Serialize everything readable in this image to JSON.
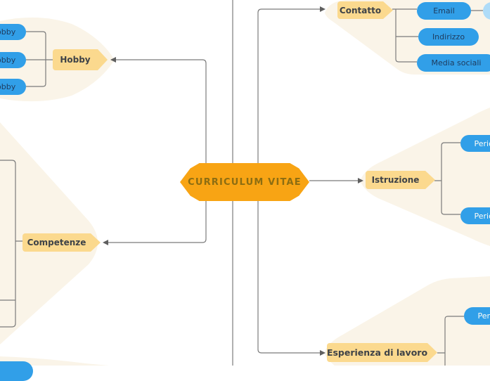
{
  "diagram": {
    "type": "mindmap",
    "center": {
      "label": "CURRICULUM VITAE"
    }
  },
  "branches": [
    {
      "id": "contatto",
      "label": "Contatto",
      "children": [
        {
          "label": "Email"
        },
        {
          "label": "Indirizzo"
        },
        {
          "label": "Media sociali"
        }
      ]
    },
    {
      "id": "hobby",
      "label": "Hobby",
      "children": [
        {
          "label": "Hobby"
        },
        {
          "label": "Hobby"
        },
        {
          "label": "Hobby"
        }
      ]
    },
    {
      "id": "istruzione",
      "label": "Istruzione",
      "children": [
        {
          "label": "Periodo"
        },
        {
          "label": "Periodo"
        }
      ]
    },
    {
      "id": "competenze",
      "label": "Competenze",
      "children": []
    },
    {
      "id": "esperienza",
      "label": "Esperienza di lavoro",
      "children": [
        {
          "label": "Periodo"
        }
      ]
    }
  ],
  "palette": {
    "center_fill": "#f8a414",
    "center_text": "#8c6d12",
    "branch_fill": "#fbd98e",
    "branch_text": "#3e4247",
    "pill_fill": "#319fe8",
    "pill_fill_light": "#afdcf8",
    "pill_text_dark": "#1f3b5d",
    "pill_text_light": "#fdfcf6",
    "blob_fill": "#faf4e8",
    "connector": "#7b7b7b",
    "background": "#ffffff"
  }
}
